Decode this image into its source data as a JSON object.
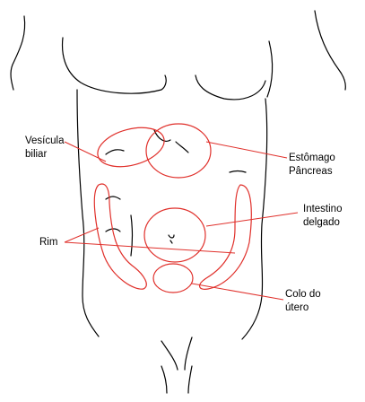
{
  "diagram": {
    "accent_color": "#e0302b",
    "labels": {
      "gallbladder": "Vesícula\nbiliar",
      "stomach": "Estômago",
      "pancreas": "Pâncreas",
      "small_intestine": "Intestino\ndelgado",
      "kidney": "Rim",
      "uterus": "Colo do\nútero"
    }
  }
}
